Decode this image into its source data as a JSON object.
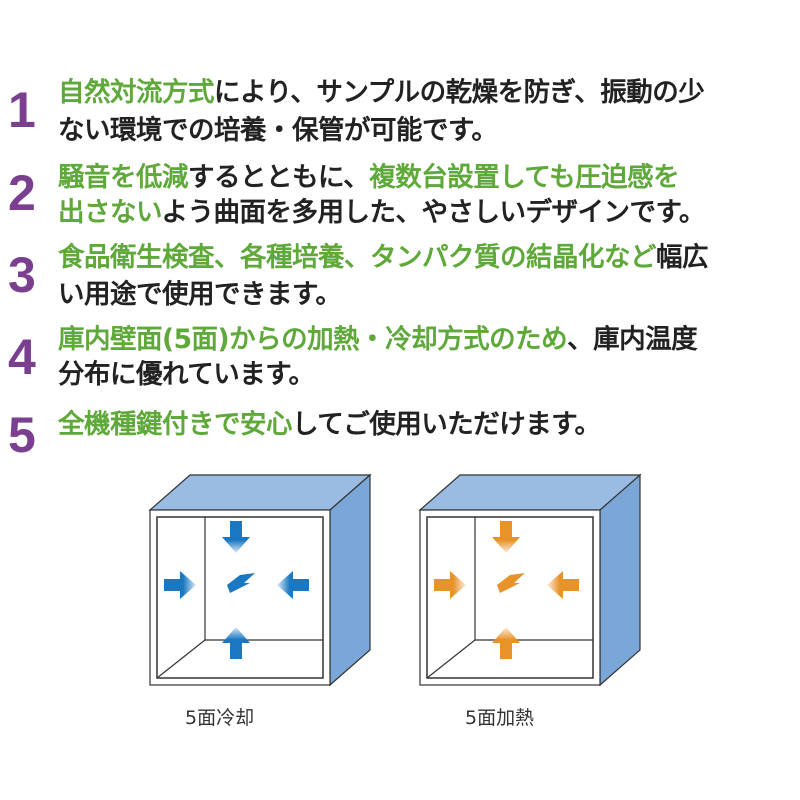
{
  "items": [
    {
      "number": "1",
      "lines": [
        [
          {
            "t": "自然対流方式",
            "g": true
          },
          {
            "t": "により、サンプルの乾燥を防ぎ、振動の少",
            "g": false
          }
        ],
        [
          {
            "t": "ない環境での培養・保管が可能です。",
            "g": false
          }
        ]
      ]
    },
    {
      "number": "2",
      "lines": [
        [
          {
            "t": "騒音を低減",
            "g": true
          },
          {
            "t": "するとともに、",
            "g": false
          },
          {
            "t": "複数台設置しても圧迫感を",
            "g": true
          }
        ],
        [
          {
            "t": "出さない",
            "g": true
          },
          {
            "t": "よう曲面を多用した、やさしいデザインです。",
            "g": false
          }
        ]
      ]
    },
    {
      "number": "3",
      "lines": [
        [
          {
            "t": "食品衛生検査、各種培養、タンパク質の結晶化など",
            "g": true
          },
          {
            "t": "幅広",
            "g": false
          }
        ],
        [
          {
            "t": "い用途で使用できます。",
            "g": false
          }
        ]
      ]
    },
    {
      "number": "4",
      "lines": [
        [
          {
            "t": "庫内壁面(5面)からの加熱・冷却方式のため",
            "g": true
          },
          {
            "t": "、庫内温度",
            "g": false
          }
        ],
        [
          {
            "t": "分布に優れています。",
            "g": false
          }
        ]
      ]
    },
    {
      "number": "5",
      "lines": [
        [
          {
            "t": "全機種鍵付きで安心",
            "g": true
          },
          {
            "t": "してご使用いただけます。",
            "g": false
          }
        ]
      ]
    }
  ],
  "diagrams": [
    {
      "caption": "5面冷却",
      "arrow_color": "#1a78c2"
    },
    {
      "caption": "5面加熱",
      "arrow_color": "#e8922a"
    }
  ],
  "colors": {
    "number": "#7b3f8f",
    "highlight": "#5fa83a",
    "panel": "#7aa6d8"
  }
}
